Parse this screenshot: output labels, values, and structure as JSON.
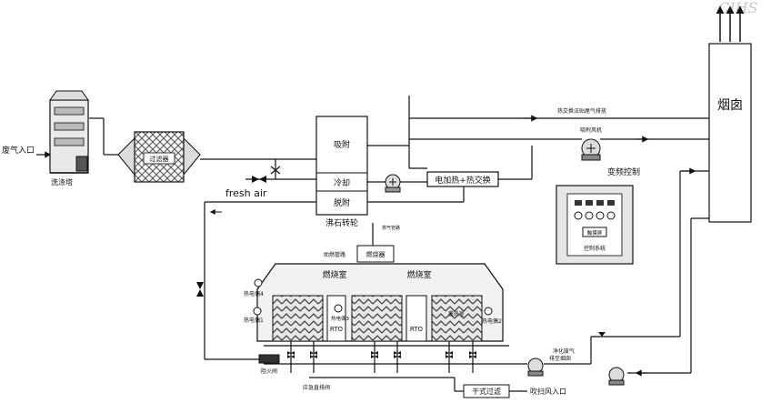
{
  "watermark": "CIHS",
  "labels": {
    "waste_gas_inlet": "废气入口",
    "scrubber": "洗涤塔",
    "filter": "过滤器",
    "fresh_air": "fresh air",
    "adsorption": "吸附",
    "cooling": "冷却",
    "desorption": "脱附",
    "zeolite_rotor": "沸石转轮",
    "electric_heat_exchange": "电加热+热交换",
    "exhaust_fan": "吸附风机",
    "heat_exchange_line": "热交换法贴尾气排放",
    "chimney": "烟囱",
    "vfd_control": "变频控制",
    "touch_screen": "触摸屏",
    "control_system": "控制系统",
    "combustion_chamber_1": "燃烧室",
    "combustion_chamber_2": "燃烧室",
    "burner": "燃烧器",
    "pre_combustion_air": "助燃管路",
    "gas_pipe": "燃气管路",
    "thermocouple_4": "热电偶4",
    "thermocouple_1": "热电偶1",
    "thermocouple_3": "热电偶3",
    "thermocouple_2": "热电偶2",
    "heat_storage_chamber": "蓄热室",
    "rto_1": "RTO",
    "rto_2": "RTO",
    "clean_air_exhaust": "净化废气",
    "exhaust_fan_outlet": "排至烟囱",
    "fire_valve": "阻火阀",
    "emergency_exhaust_valve": "应急直排阀",
    "dry_filter": "干式过滤",
    "purge_air_inlet": "吹扫风入口"
  }
}
